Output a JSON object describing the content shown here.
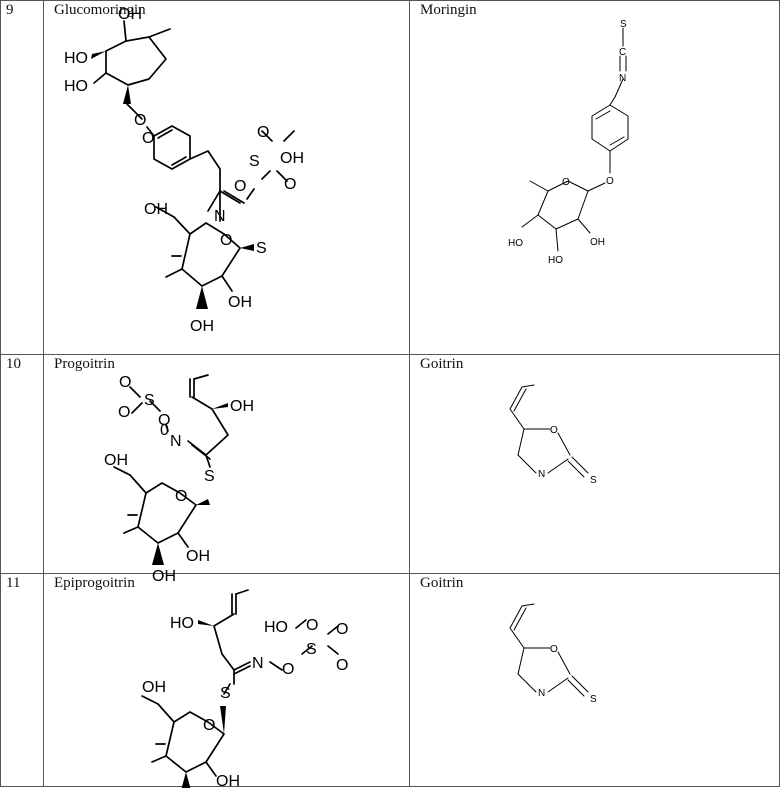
{
  "rows": [
    {
      "number": "9",
      "glucosinolate": "Glucomoringin",
      "product": "Moringin"
    },
    {
      "number": "10",
      "glucosinolate": "Progoitrin",
      "product": "Goitrin"
    },
    {
      "number": "11",
      "glucosinolate": "Epiprogoitrin",
      "product": "Goitrin"
    }
  ],
  "atom_labels": {
    "oh": "OH",
    "ho": "HO",
    "o": "O",
    "s": "S",
    "n": "N",
    "so2oh": "S",
    "c": "C",
    "o_zero": "0"
  }
}
